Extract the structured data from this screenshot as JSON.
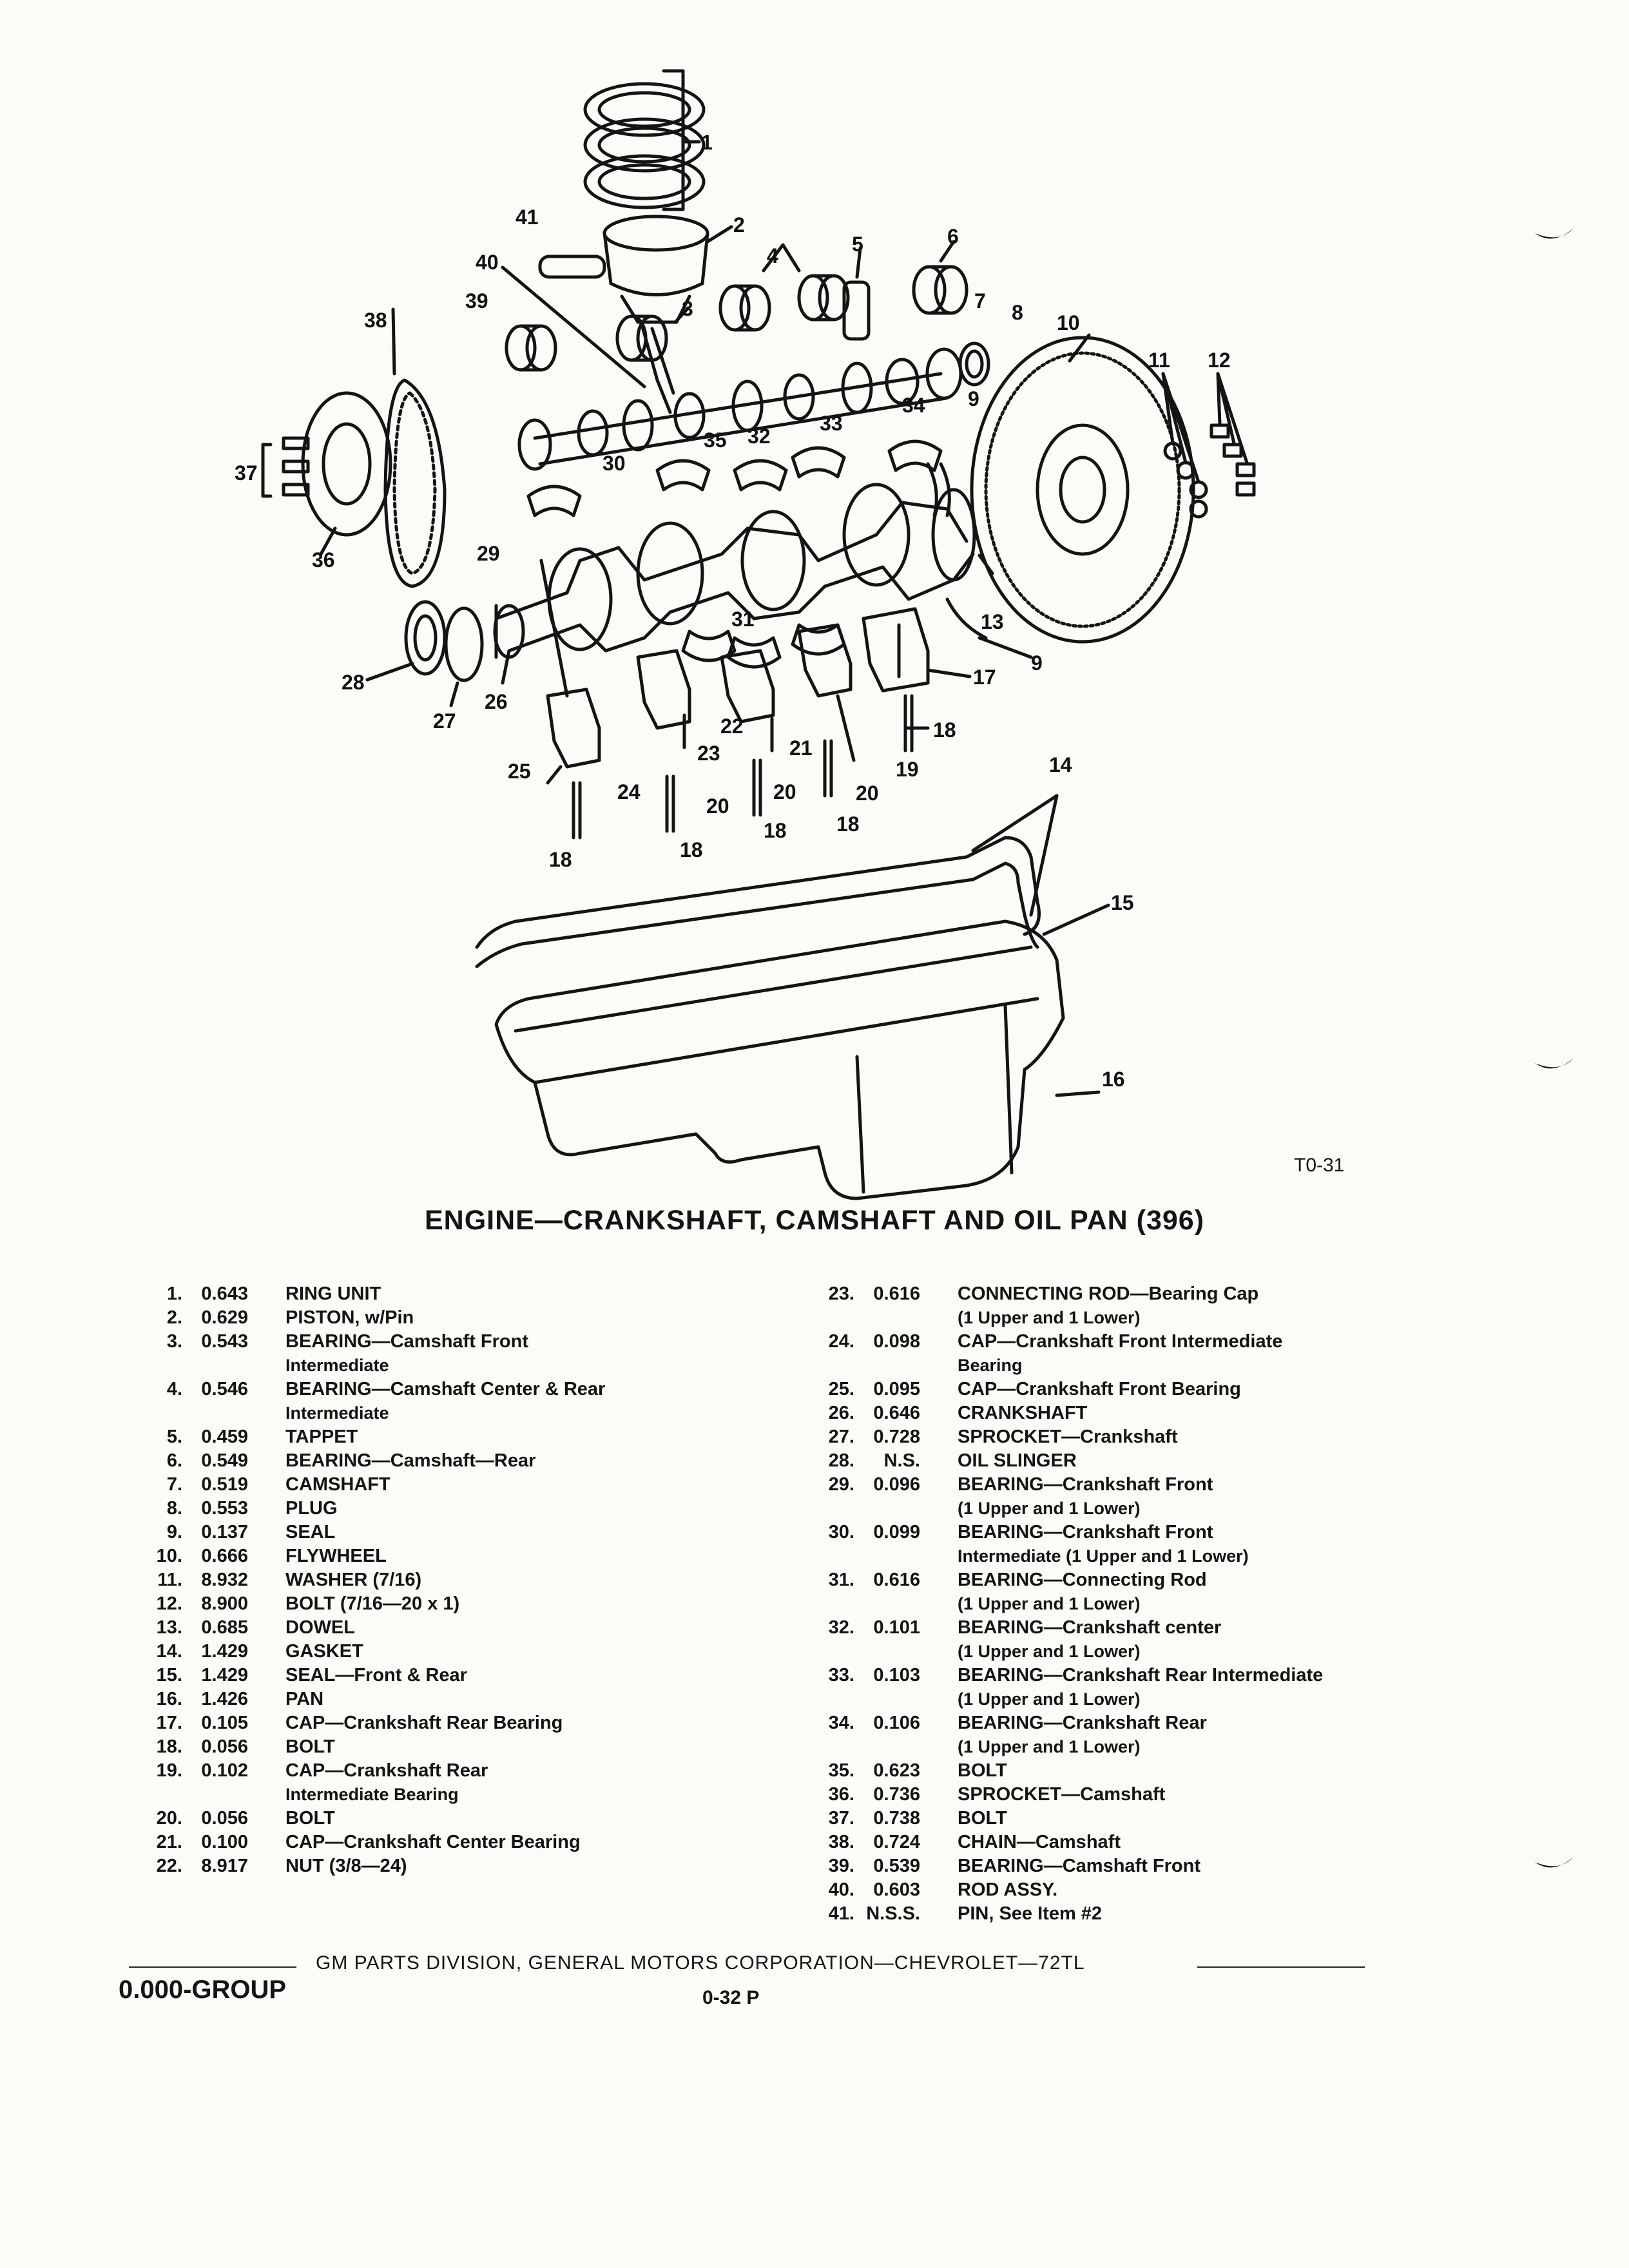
{
  "figure_id": "T0-31",
  "title": "ENGINE—CRANKSHAFT, CAMSHAFT AND OIL PAN (396)",
  "callouts": [
    "1",
    "2",
    "3",
    "4",
    "5",
    "6",
    "7",
    "8",
    "9",
    "10",
    "11",
    "12",
    "13",
    "14",
    "15",
    "16",
    "17",
    "18",
    "19",
    "20",
    "21",
    "22",
    "23",
    "24",
    "25",
    "26",
    "27",
    "28",
    "29",
    "30",
    "31",
    "32",
    "33",
    "34",
    "35",
    "36",
    "37",
    "38",
    "39",
    "40",
    "41"
  ],
  "parts_left": [
    {
      "num": "1.",
      "code": "0.643",
      "desc": "RING UNIT",
      "desc2": ""
    },
    {
      "num": "2.",
      "code": "0.629",
      "desc": "PISTON, w/Pin",
      "desc2": ""
    },
    {
      "num": "3.",
      "code": "0.543",
      "desc": "BEARING—Camshaft Front",
      "desc2": "Intermediate"
    },
    {
      "num": "4.",
      "code": "0.546",
      "desc": "BEARING—Camshaft Center & Rear",
      "desc2": "Intermediate"
    },
    {
      "num": "5.",
      "code": "0.459",
      "desc": "TAPPET",
      "desc2": ""
    },
    {
      "num": "6.",
      "code": "0.549",
      "desc": "BEARING—Camshaft—Rear",
      "desc2": ""
    },
    {
      "num": "7.",
      "code": "0.519",
      "desc": "CAMSHAFT",
      "desc2": ""
    },
    {
      "num": "8.",
      "code": "0.553",
      "desc": "PLUG",
      "desc2": ""
    },
    {
      "num": "9.",
      "code": "0.137",
      "desc": "SEAL",
      "desc2": ""
    },
    {
      "num": "10.",
      "code": "0.666",
      "desc": "FLYWHEEL",
      "desc2": ""
    },
    {
      "num": "11.",
      "code": "8.932",
      "desc": "WASHER (7/16)",
      "desc2": ""
    },
    {
      "num": "12.",
      "code": "8.900",
      "desc": "BOLT (7/16—20 x 1)",
      "desc2": ""
    },
    {
      "num": "13.",
      "code": "0.685",
      "desc": "DOWEL",
      "desc2": ""
    },
    {
      "num": "14.",
      "code": "1.429",
      "desc": "GASKET",
      "desc2": ""
    },
    {
      "num": "15.",
      "code": "1.429",
      "desc": "SEAL—Front & Rear",
      "desc2": ""
    },
    {
      "num": "16.",
      "code": "1.426",
      "desc": "PAN",
      "desc2": ""
    },
    {
      "num": "17.",
      "code": "0.105",
      "desc": "CAP—Crankshaft Rear Bearing",
      "desc2": ""
    },
    {
      "num": "18.",
      "code": "0.056",
      "desc": "BOLT",
      "desc2": ""
    },
    {
      "num": "19.",
      "code": "0.102",
      "desc": "CAP—Crankshaft Rear",
      "desc2": "Intermediate Bearing"
    },
    {
      "num": "20.",
      "code": "0.056",
      "desc": "BOLT",
      "desc2": ""
    },
    {
      "num": "21.",
      "code": "0.100",
      "desc": "CAP—Crankshaft Center Bearing",
      "desc2": ""
    },
    {
      "num": "22.",
      "code": "8.917",
      "desc": "NUT (3/8—24)",
      "desc2": ""
    }
  ],
  "parts_right": [
    {
      "num": "23.",
      "code": "0.616",
      "desc": "CONNECTING ROD—Bearing Cap",
      "desc2": "(1 Upper and 1 Lower)"
    },
    {
      "num": "24.",
      "code": "0.098",
      "desc": "CAP—Crankshaft Front Intermediate",
      "desc2": "Bearing"
    },
    {
      "num": "25.",
      "code": "0.095",
      "desc": "CAP—Crankshaft Front Bearing",
      "desc2": ""
    },
    {
      "num": "26.",
      "code": "0.646",
      "desc": "CRANKSHAFT",
      "desc2": ""
    },
    {
      "num": "27.",
      "code": "0.728",
      "desc": "SPROCKET—Crankshaft",
      "desc2": ""
    },
    {
      "num": "28.",
      "code": "N.S.",
      "desc": "OIL SLINGER",
      "desc2": ""
    },
    {
      "num": "29.",
      "code": "0.096",
      "desc": "BEARING—Crankshaft Front",
      "desc2": "(1 Upper and 1 Lower)"
    },
    {
      "num": "30.",
      "code": "0.099",
      "desc": "BEARING—Crankshaft Front",
      "desc2": "Intermediate (1 Upper and 1 Lower)"
    },
    {
      "num": "31.",
      "code": "0.616",
      "desc": "BEARING—Connecting Rod",
      "desc2": "(1 Upper and 1 Lower)"
    },
    {
      "num": "32.",
      "code": "0.101",
      "desc": "BEARING—Crankshaft center",
      "desc2": "(1 Upper and 1 Lower)"
    },
    {
      "num": "33.",
      "code": "0.103",
      "desc": "BEARING—Crankshaft Rear Intermediate",
      "desc2": "(1 Upper and 1 Lower)"
    },
    {
      "num": "34.",
      "code": "0.106",
      "desc": "BEARING—Crankshaft Rear",
      "desc2": "(1 Upper and 1 Lower)"
    },
    {
      "num": "35.",
      "code": "0.623",
      "desc": "BOLT",
      "desc2": ""
    },
    {
      "num": "36.",
      "code": "0.736",
      "desc": "SPROCKET—Camshaft",
      "desc2": ""
    },
    {
      "num": "37.",
      "code": "0.738",
      "desc": "BOLT",
      "desc2": ""
    },
    {
      "num": "38.",
      "code": "0.724",
      "desc": "CHAIN—Camshaft",
      "desc2": ""
    },
    {
      "num": "39.",
      "code": "0.539",
      "desc": "BEARING—Camshaft Front",
      "desc2": ""
    },
    {
      "num": "40.",
      "code": "0.603",
      "desc": "ROD ASSY.",
      "desc2": ""
    },
    {
      "num": "41.",
      "code": "N.S.S.",
      "desc": "PIN, See Item #2",
      "desc2": ""
    }
  ],
  "footer": {
    "text": "GM PARTS DIVISION, GENERAL MOTORS CORPORATION—CHEVROLET—72TL",
    "group": "0.000-GROUP",
    "page": "0-32 P"
  }
}
